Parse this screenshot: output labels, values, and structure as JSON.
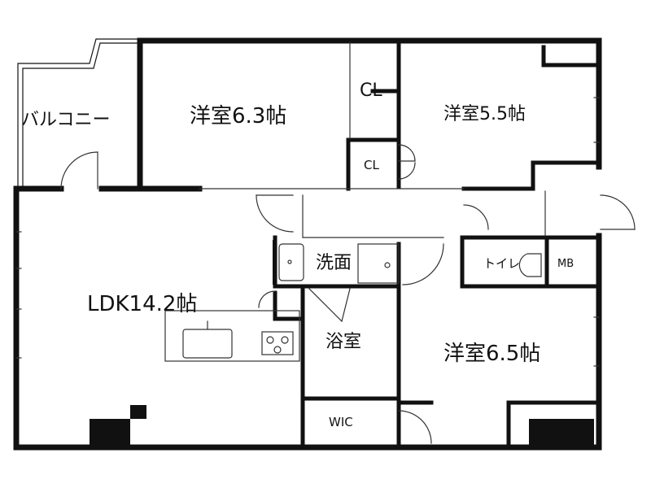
{
  "rooms": {
    "balcony": "バルコニー",
    "western_a": "洋室6.3帖",
    "closet_a": "CL",
    "western_b": "洋室5.5帖",
    "closet_b": "CL",
    "ldk": "LDK14.2帖",
    "washroom": "洗面",
    "toilet": "トイレ",
    "meter_box": "MB",
    "bath": "浴室",
    "western_c": "洋室6.5帖",
    "wic": "WIC"
  },
  "colors": {
    "wall": "#111111",
    "line": "#333333",
    "background": "#ffffff"
  }
}
